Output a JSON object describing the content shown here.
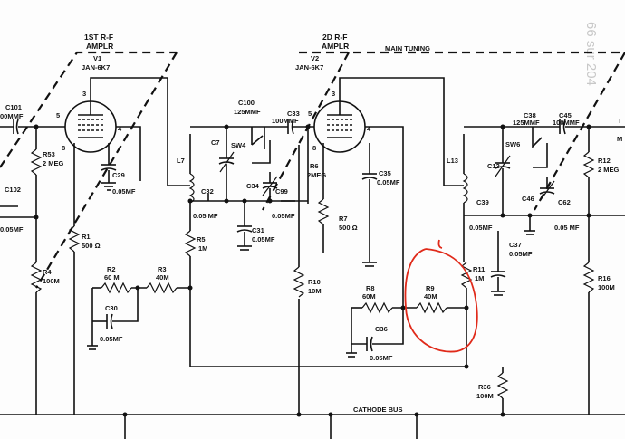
{
  "watermark": {
    "page_counter": "66 sur 204"
  },
  "sections": {
    "tuning": "MAIN TUNING",
    "bus": "CATHODE BUS"
  },
  "tubes": [
    {
      "id": "V1",
      "stage": "1ST R-F",
      "function": "AMPLR",
      "type": "JAN-6K7"
    },
    {
      "id": "V2",
      "stage": "2D R-F",
      "function": "AMPLR",
      "type": "JAN-6K7"
    }
  ],
  "pins": {
    "p3": "3",
    "p4": "4",
    "p5": "5",
    "p8": "8"
  },
  "components": {
    "c101": [
      "C101",
      "00MMF"
    ],
    "r53": [
      "R53",
      "2 MEG"
    ],
    "c102": [
      "C102",
      "0.05MF"
    ],
    "c29": [
      "C29",
      "0.05MF"
    ],
    "r1": [
      "R1",
      "500 Ω"
    ],
    "r4": [
      "R4",
      "100M"
    ],
    "r2": [
      "R2",
      "60 M"
    ],
    "r3": [
      "R3",
      "40M"
    ],
    "c30": [
      "C30",
      "0.05MF"
    ],
    "l7": "L7",
    "c100": [
      "C100",
      "125MMF"
    ],
    "c7": "C7",
    "sw4": "SW4",
    "c33": [
      "C33",
      "100MMF"
    ],
    "c34": "C34",
    "c99": [
      "C99",
      "0.05MF"
    ],
    "c32": [
      "C32",
      "0.05 MF"
    ],
    "c31": [
      "C31",
      "0.05MF"
    ],
    "r5": [
      "R5",
      "1M"
    ],
    "r6": [
      "R6",
      "2MEG"
    ],
    "c35": [
      "C35",
      "0.05MF"
    ],
    "r7": [
      "R7",
      "500 Ω"
    ],
    "r10": [
      "R10",
      "10M"
    ],
    "r8": [
      "R8",
      "60M"
    ],
    "r9": [
      "R9",
      "40M"
    ],
    "c36": [
      "C36",
      "0.05MF"
    ],
    "l13": "L13",
    "c38": [
      "C38",
      "125MMF"
    ],
    "c45": [
      "C45",
      "100MMF"
    ],
    "sw6": "SW6",
    "c13": "C13",
    "c39": [
      "C39",
      "0.05MF"
    ],
    "c46": "C46",
    "c62": [
      "C62",
      "0.05 MF"
    ],
    "c37": [
      "C37",
      "0.05MF"
    ],
    "r11": [
      "R11",
      "1M"
    ],
    "r12": [
      "R12",
      "2 MEG"
    ],
    "r16": [
      "R16",
      "100M"
    ],
    "r36": [
      "R36",
      "100M"
    ],
    "edge_right": [
      "T",
      "M"
    ]
  },
  "annotation": {
    "color": "#e02a1a",
    "target": "R9"
  }
}
